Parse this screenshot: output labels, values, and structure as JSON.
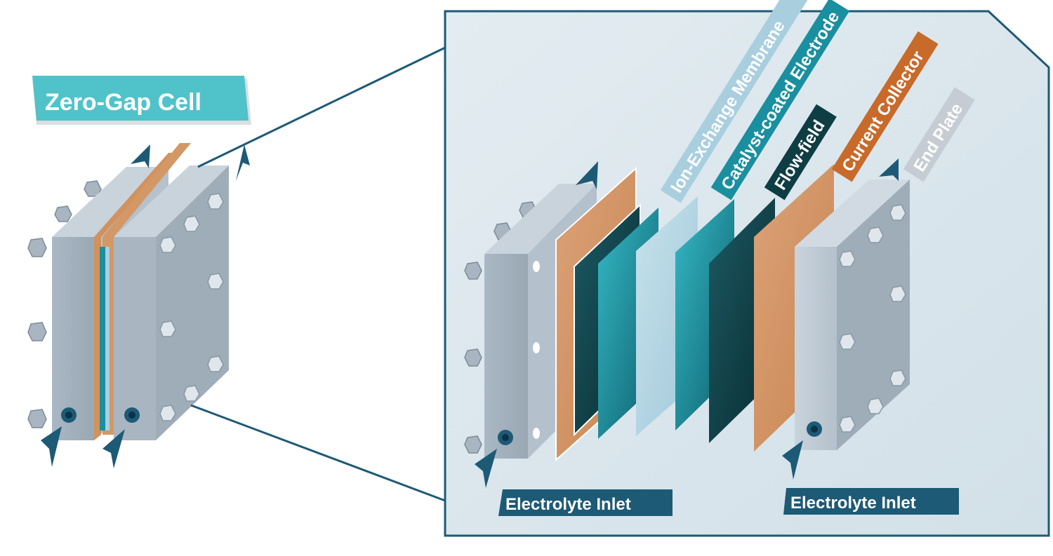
{
  "title": "Zero-Gap Cell",
  "layer_labels": [
    "Ion-Exchange Membrane",
    "Catalyst-coated Electrode",
    "Flow-field",
    "Current Collector",
    "End Plate"
  ],
  "inlet_labels": [
    "Electrolyte Inlet",
    "Electrolyte Inlet"
  ],
  "colors": {
    "title_bg": "#4fc3c9",
    "membrane": "#a9cfdf",
    "electrode": "#1a8fa0",
    "flow_field": "#0f3d44",
    "current_collector": "#d1925e",
    "current_collector_label": "#c86a2a",
    "end_plate": "#a9b6c2",
    "end_plate_label": "#c5ccd3",
    "frame": "#1d5a76",
    "panel_bg": "#dbe6ec",
    "inlet_label_bg": "#1d5a76"
  }
}
